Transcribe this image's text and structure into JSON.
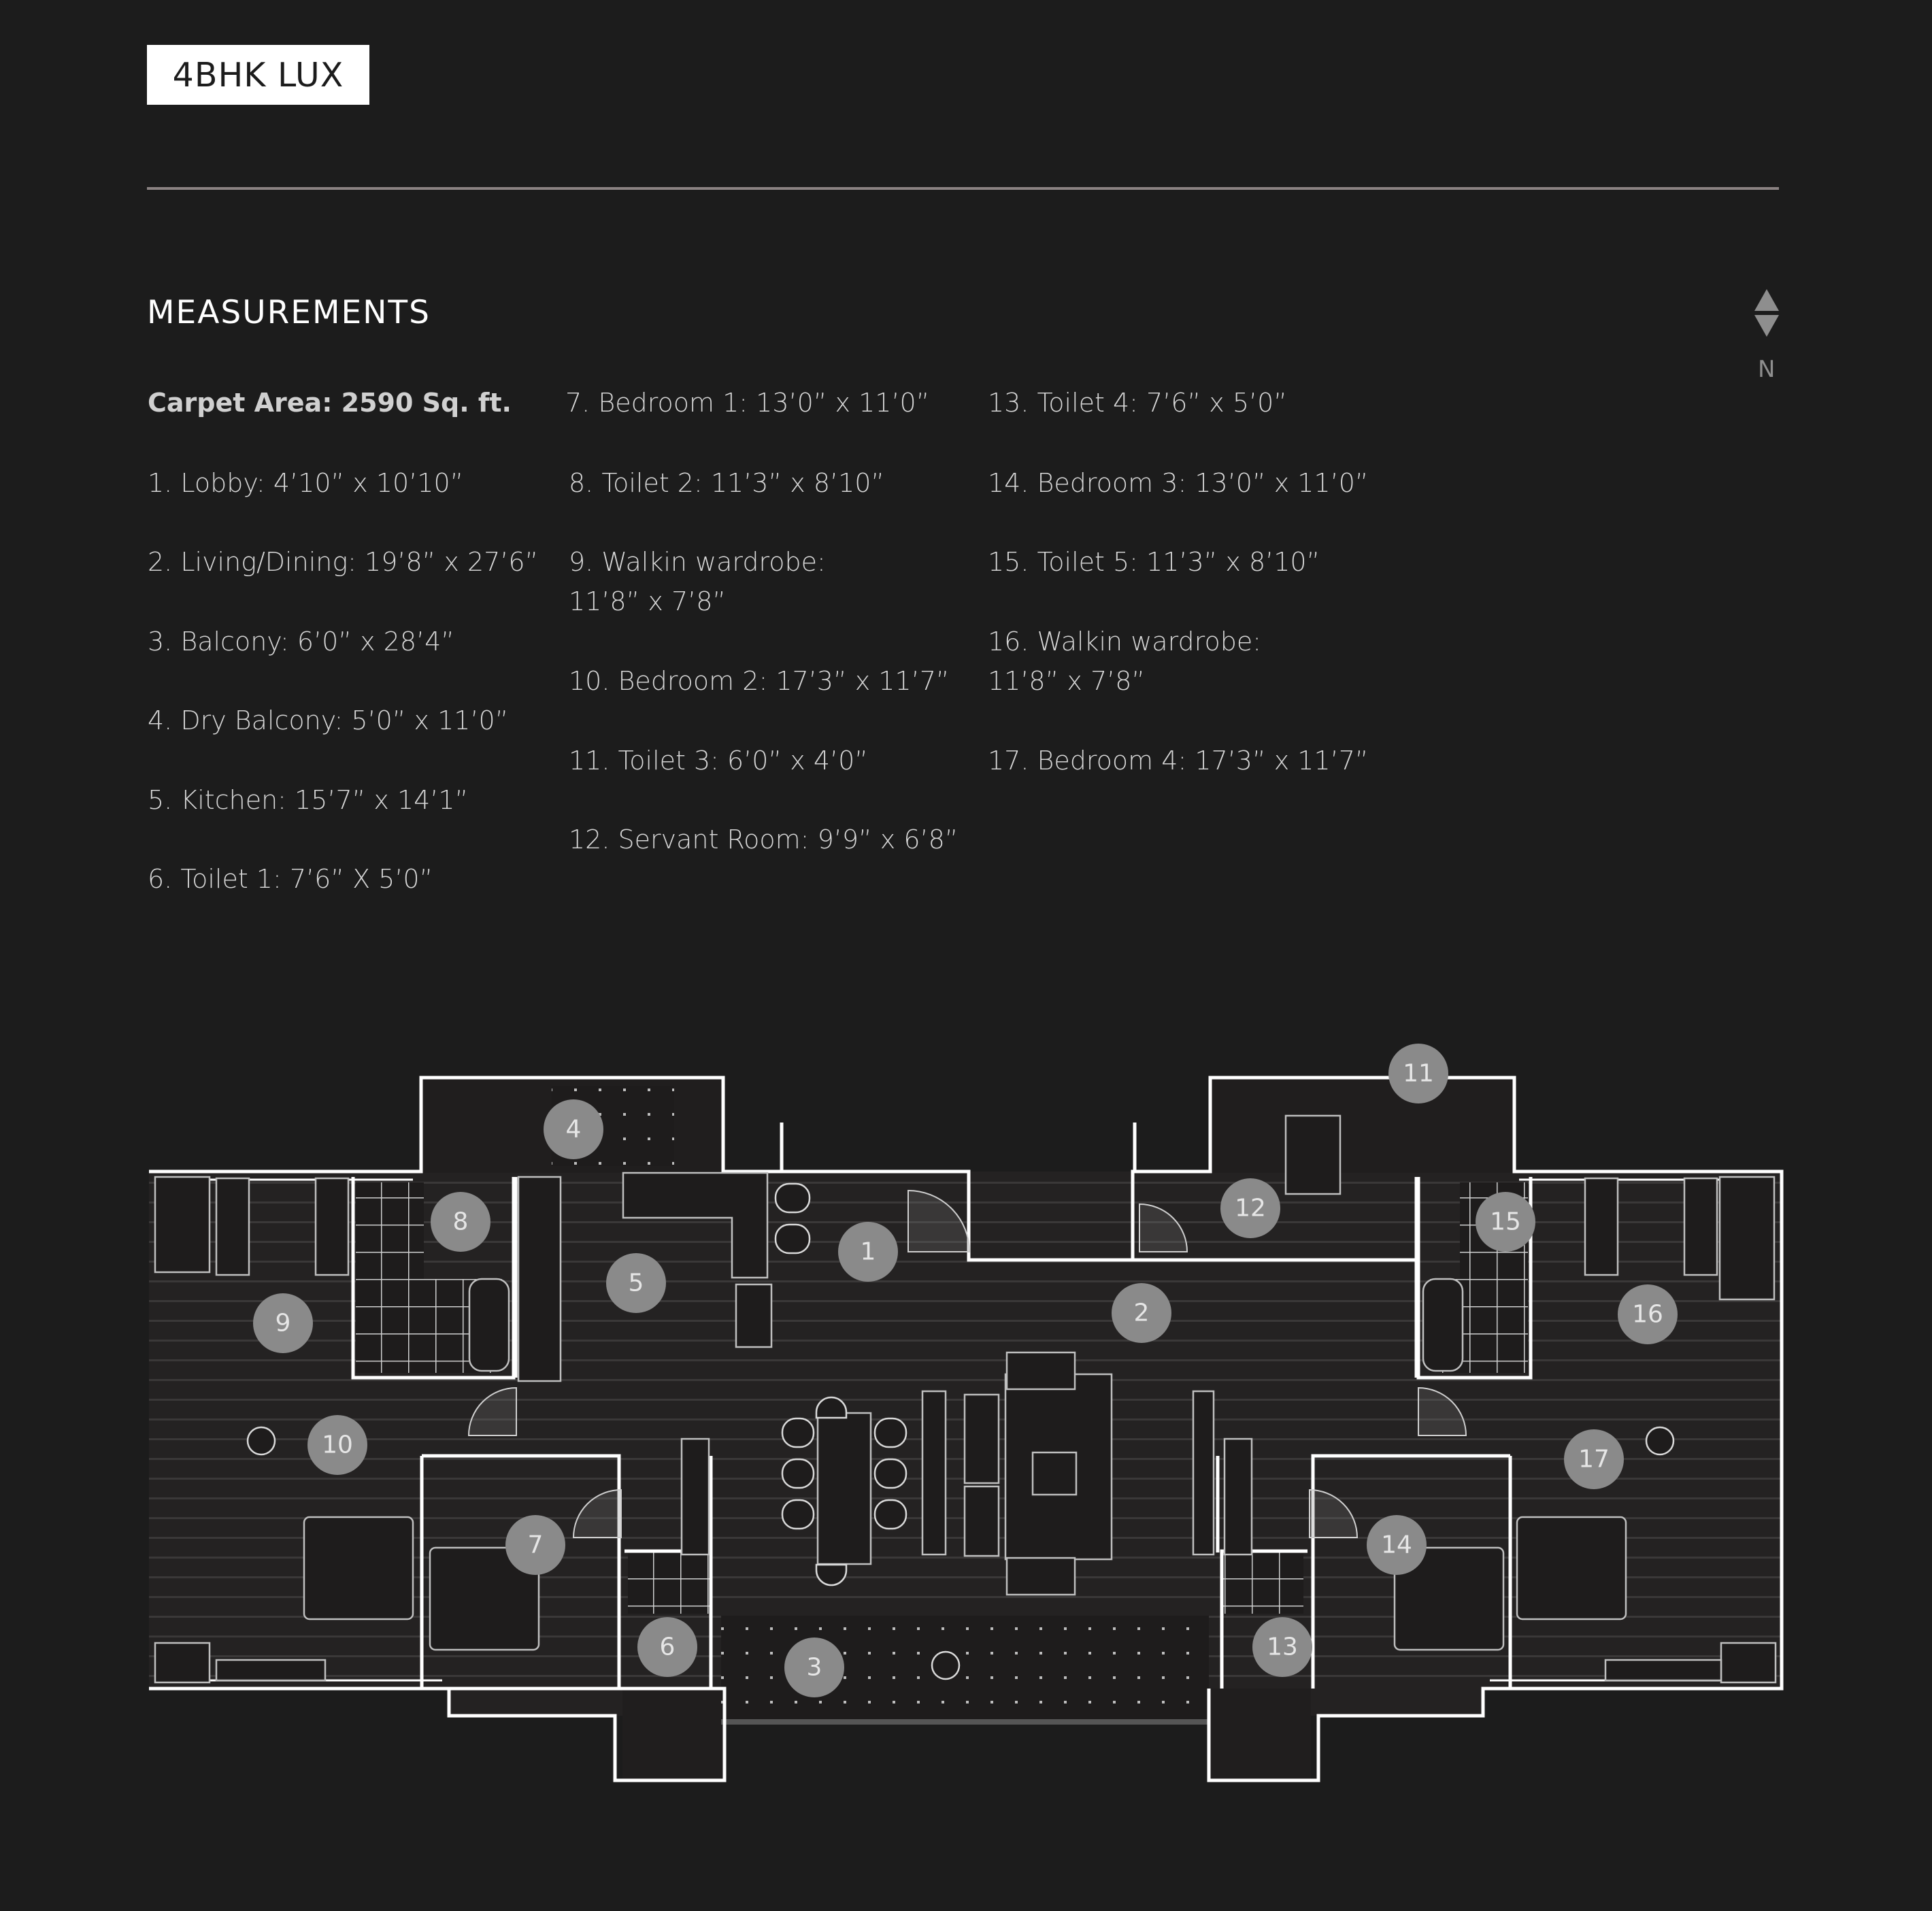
{
  "header": {
    "unit_type": "4BHK LUX",
    "section_title": "MEASUREMENTS",
    "compass_label": "N"
  },
  "measurements": {
    "carpet_area": "Carpet Area: 2590 Sq. ft.",
    "column1": [
      "1. Lobby: 4’10” x 10’10”",
      "2. Living/Dining: 19’8” x 27’6”",
      "3. Balcony: 6’0” x 28’4”",
      "4. Dry Balcony: 5’0” x 11’0”",
      "5. Kitchen: 15’7” x 14’1”",
      "6. Toilet 1: 7’6” X 5’0”"
    ],
    "column2": [
      "7. Bedroom 1: 13’0” x 11’0”",
      "8. Toilet 2: 11’3” x 8’10”",
      "9. Walkin wardrobe:",
      "11’8” x 7’8”",
      "10. Bedroom 2: 17’3” x 11’7”",
      "11. Toilet 3: 6’0” x 4’0”",
      "12. Servant Room: 9’9” x 6’8”"
    ],
    "column3": [
      "13. Toilet 4: 7’6” x 5’0”",
      "14. Bedroom 3: 13’0” x 11’0”",
      "15. Toilet 5: 11’3” x 8’10”",
      "16. Walkin wardrobe:",
      "11’8” x 7’8”",
      "17. Bedroom 4: 17’3” x 11’7”"
    ]
  },
  "floorplan": {
    "badges": [
      "1",
      "2",
      "3",
      "4",
      "5",
      "6",
      "7",
      "8",
      "9",
      "10",
      "11",
      "12",
      "13",
      "14",
      "15",
      "16",
      "17"
    ],
    "colors": {
      "background": "#1c1c1c",
      "floor": "#262424",
      "wall": "#ffffff",
      "badge": "#8a8a8a"
    }
  }
}
